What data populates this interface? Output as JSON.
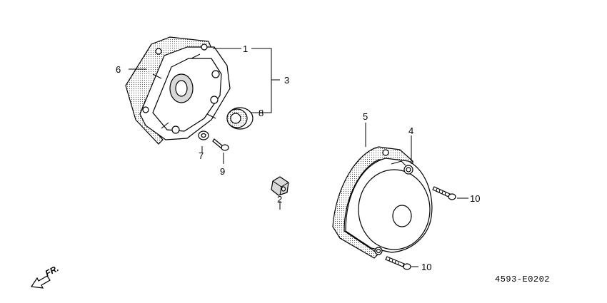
{
  "diagram": {
    "callouts": {
      "c1": "1",
      "c2": "2",
      "c3": "3",
      "c4": "4",
      "c5": "5",
      "c6": "6",
      "c7": "7",
      "c8": "8",
      "c9": "9",
      "c10a": "10",
      "c10b": "10"
    },
    "direction_label": "FR.",
    "diagram_code": "4593-E0202",
    "colors": {
      "ink": "#000000",
      "paper": "#ffffff",
      "shade": "#d9d9d9"
    }
  }
}
